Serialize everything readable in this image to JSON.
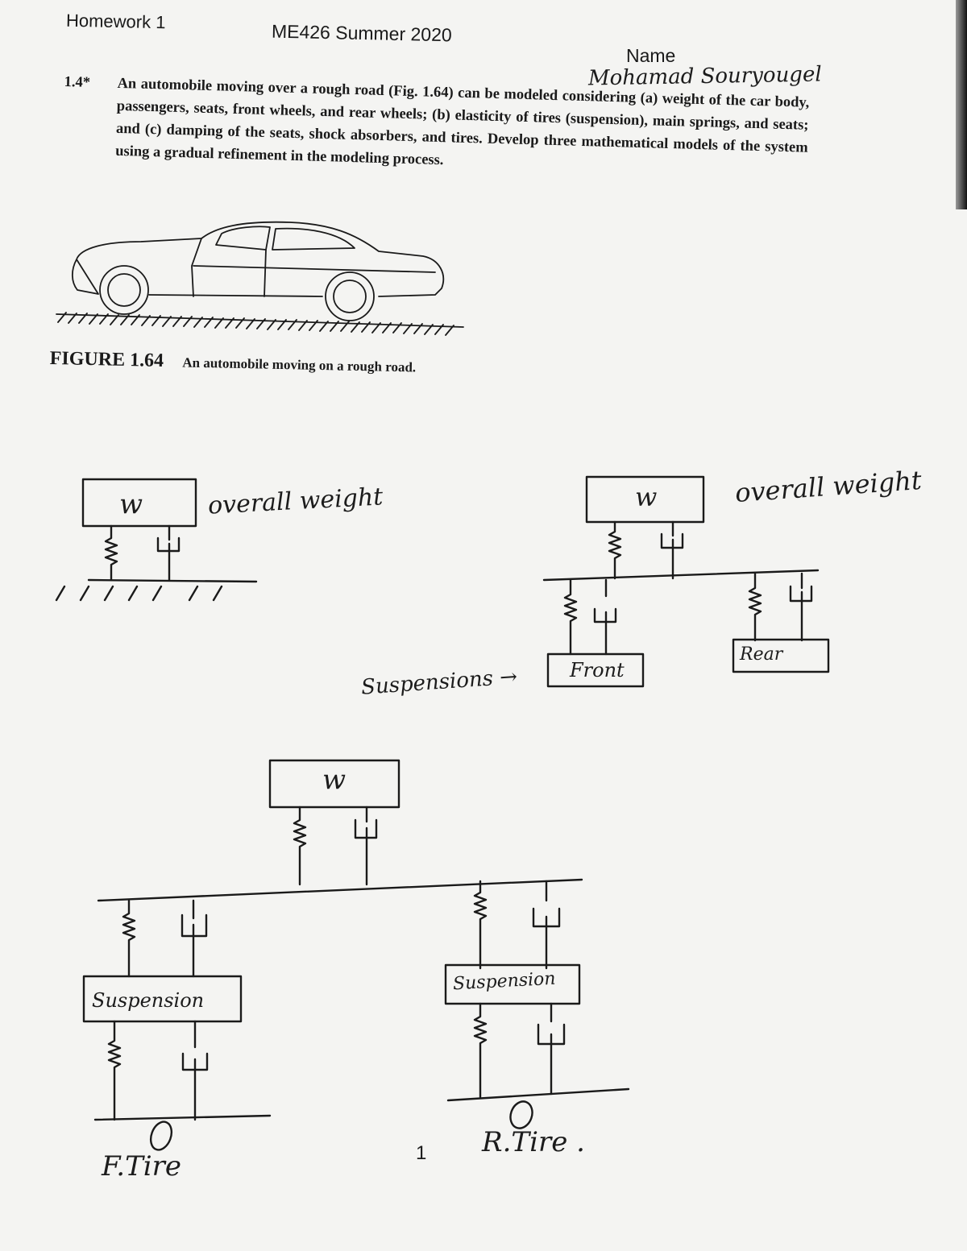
{
  "header": {
    "homework": "Homework 1",
    "course": "ME426 Summer 2020",
    "name_label": "Name",
    "student_name": "Mohamad Souryougel"
  },
  "problem": {
    "number": "1.4*",
    "text": "An automobile moving over a rough road (Fig. 1.64) can be modeled considering (a) weight of the car body, passengers, seats, front wheels, and rear wheels; (b) elasticity of tires (suspension), main springs, and seats; and (c) damping of the seats, shock absorbers, and tires. Develop three mathematical models of the system using a gradual refinement in the modeling process."
  },
  "figure": {
    "label": "FIGURE 1.64",
    "caption": "An automobile moving on a rough road."
  },
  "models": {
    "model1": {
      "mass": "w",
      "note": "overall weight"
    },
    "model2": {
      "mass": "w",
      "note": "overall weight",
      "front": "Front",
      "rear": "Rear",
      "arrow_note": "Suspensions →"
    },
    "model3": {
      "mass": "w",
      "left_box": "Suspension",
      "right_box": "Suspension",
      "front_tire": "F.Tire",
      "rear_tire": "R.Tire ."
    }
  },
  "page_number": "1"
}
